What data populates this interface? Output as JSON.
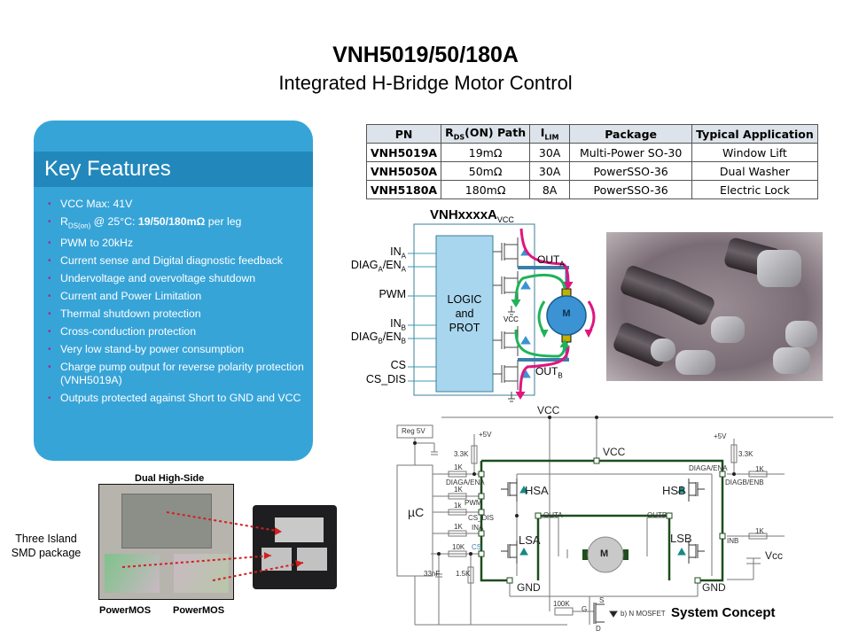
{
  "header": {
    "title": "VNH5019/50/180A",
    "subtitle": "Integrated H-Bridge Motor Control"
  },
  "key_features": {
    "heading": "Key Features",
    "items": [
      {
        "text": "VCC Max: 41V"
      },
      {
        "pre": "R",
        "sub": "DS(on)",
        "mid": " @ 25°C: ",
        "bold": "19/50/180mΩ",
        "post": " per leg"
      },
      {
        "text": "PWM to 20kHz"
      },
      {
        "text": "Current  sense and Digital diagnostic feedback"
      },
      {
        "text": "Undervoltage  and overvoltage  shutdown"
      },
      {
        "text": "Current  and Power Limitation"
      },
      {
        "text": "Thermal  shutdown  protection"
      },
      {
        "text": "Cross-conduction  protection"
      },
      {
        "text": "Very low stand-by power  consumption"
      },
      {
        "text": "Charge  pump output for reverse  polarity protection (VNH5019A)"
      },
      {
        "text": "Outputs protected against Short to GND and VCC"
      }
    ]
  },
  "table": {
    "headers": {
      "pn": "PN",
      "rds_pre": "R",
      "rds_sub": "DS",
      "rds_post": "(ON) Path",
      "ilim_pre": "I",
      "ilim_sub": "LIM",
      "package": "Package",
      "application": "Typical Application"
    },
    "rows": [
      {
        "pn": "VNH5019A",
        "rds": "19mΩ",
        "ilim": "30A",
        "package": "Multi-Power SO-30",
        "application": "Window Lift"
      },
      {
        "pn": "VNH5050A",
        "rds": "50mΩ",
        "ilim": "30A",
        "package": "PowerSSO-36",
        "application": "Dual Washer"
      },
      {
        "pn": "VNH5180A",
        "rds": "180mΩ",
        "ilim": "8A",
        "package": "PowerSSO-36",
        "application": "Electric Lock"
      }
    ]
  },
  "block_diagram": {
    "title": "VNHxxxxA",
    "title_sub": "VCC",
    "pins": [
      {
        "main": "IN",
        "sub": "A",
        "post": ""
      },
      {
        "main": "DIAG",
        "sub": "A",
        "post": "/EN",
        "sub2": "A"
      },
      {
        "main": "PWM",
        "sub": "",
        "post": ""
      },
      {
        "main": "IN",
        "sub": "B",
        "post": ""
      },
      {
        "main": "DIAG",
        "sub": "B",
        "post": "/EN",
        "sub2": "B"
      },
      {
        "main": "CS",
        "sub": "",
        "post": ""
      },
      {
        "main": "CS_DIS",
        "sub": "",
        "post": ""
      }
    ],
    "logic_line1": "LOGIC",
    "logic_line2": "and",
    "logic_line3": "PROT",
    "vcc_label": "VCC",
    "out_a": "OUT",
    "out_a_sub": "A",
    "out_b": "OUT",
    "out_b_sub": "B",
    "motor": "M"
  },
  "package": {
    "top_label": "Dual High-Side",
    "left_label_1": "Three  Island",
    "left_label_2": "SMD package",
    "bottom_left": "PowerMOS",
    "bottom_right": "PowerMOS"
  },
  "schematic": {
    "vcc_top": "VCC",
    "vcc_inner": "VCC",
    "reg": "Reg 5V",
    "uc": "µC",
    "plus5v_left": "+5V",
    "plus5v_right": "+5V",
    "r_pullup_left": "3.3K",
    "r_pullup_right": "3.3K",
    "r_diag": "1K",
    "r_pwm": "1K",
    "r_csdis": "1k",
    "r_ina": "1K",
    "r_cs": "10K",
    "r_cs_gnd": "1.5K",
    "cap": "33nF",
    "r_gate": "100K",
    "r_diagb": "1K",
    "r_inb": "1K",
    "lbl_diaga": "DIAGA/ENA",
    "lbl_pwm": "PWM",
    "lbl_csdis": "CS_DIS",
    "lbl_ina": "INA",
    "lbl_cs": "CS",
    "lbl_diaga_r": "DIAGA/ENA",
    "lbl_diagb": "DIAGB/ENB",
    "lbl_inb": "INB",
    "hsa": "HSA",
    "hsb": "HSB",
    "lsa": "LSA",
    "lsb": "LSB",
    "outa": "OUTA",
    "outb": "OUTB",
    "motor": "M",
    "gnd_left": "GND",
    "gnd_right": "GND",
    "vcc_cap": "Vcc",
    "mosfet": "b) N MOSFET",
    "g": "G",
    "s": "S",
    "d": "D",
    "caption": "System Concept"
  },
  "colors": {
    "panel": "#37a4d8",
    "panel_header": "#2288bb",
    "bullet": "#a02a9a",
    "logic_block": "#a9d6ef",
    "motor": "#3c93d3",
    "current_path_a": "#e0157e",
    "current_path_b": "#1fb35a",
    "schematic_bridge": "#1e4d1e",
    "arrow_red": "#d21f1f"
  }
}
